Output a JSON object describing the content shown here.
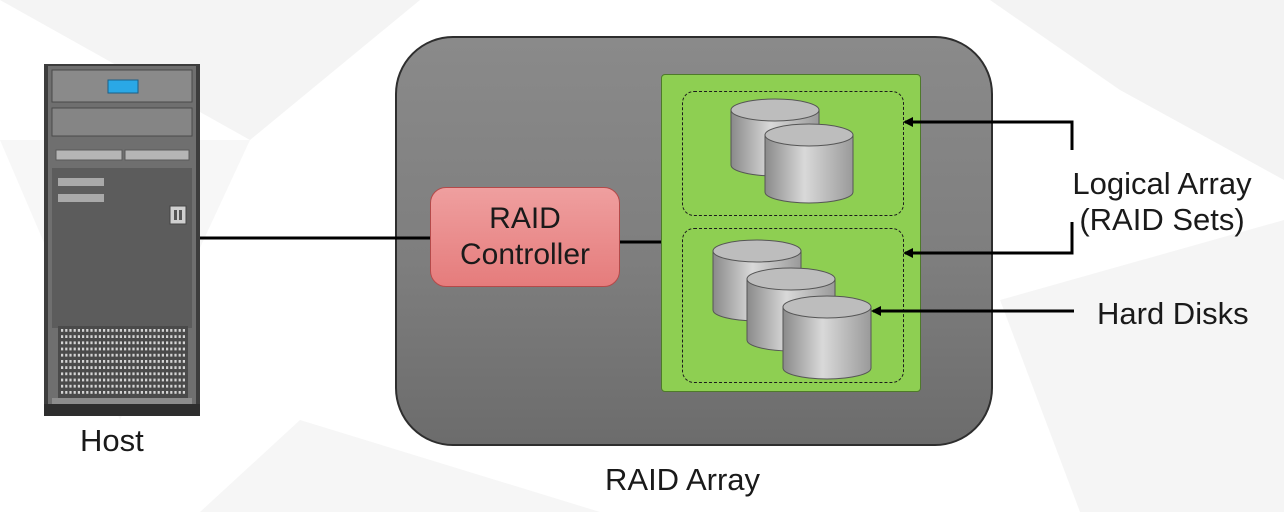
{
  "diagram": {
    "host": {
      "label": "Host"
    },
    "raid_array": {
      "label": "RAID Array"
    },
    "controller": {
      "line1": "RAID",
      "line2": "Controller"
    },
    "logical_array": {
      "line1": "Logical  Array",
      "line2": "(RAID Sets)"
    },
    "hard_disks": {
      "label": "Hard Disks"
    },
    "colors": {
      "array_box": "#808080",
      "controller": "#ea8c8c",
      "disk_panel": "#8ecf52",
      "connector": "#000000"
    },
    "icons": [
      "server-tower-icon",
      "disk-cylinder-icon"
    ]
  }
}
